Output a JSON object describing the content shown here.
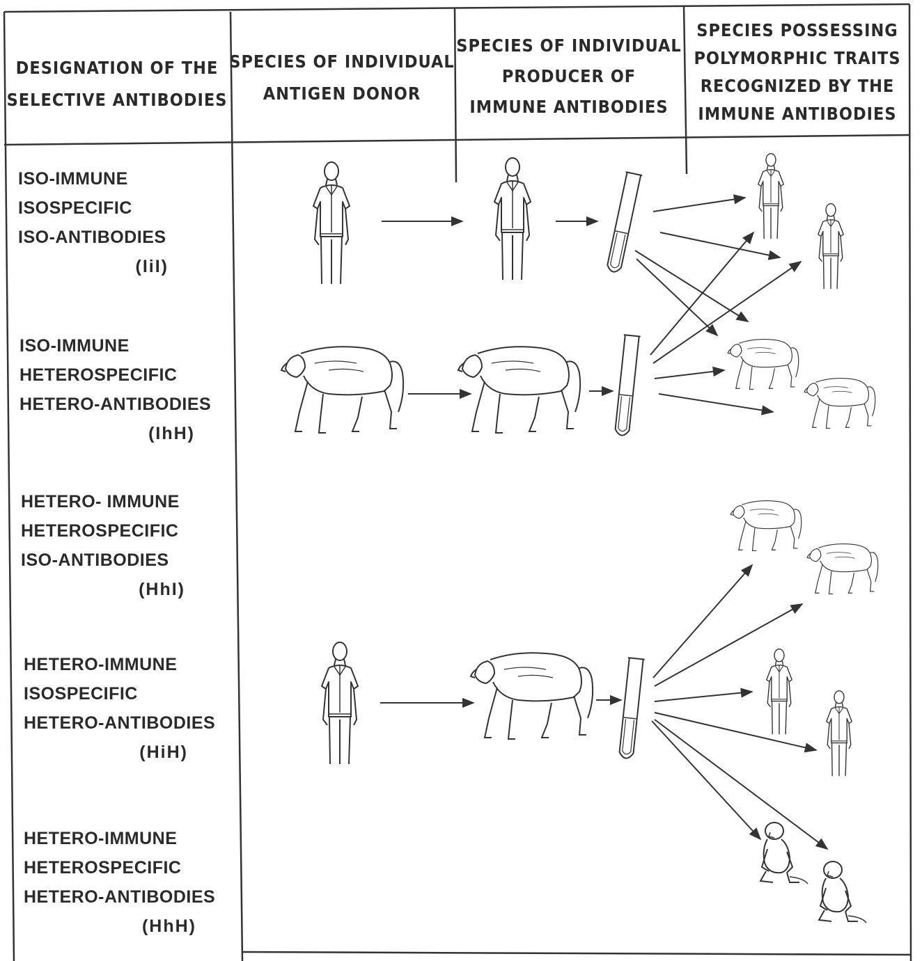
{
  "headers": [
    {
      "lines": [
        "DESIGNATION OF THE",
        "SELECTIVE ANTIBODIES"
      ]
    },
    {
      "lines": [
        "SPECIES OF INDIVIDUAL",
        "ANTIGEN DONOR"
      ]
    },
    {
      "lines": [
        "SPECIES OF INDIVIDUAL",
        "PRODUCER OF",
        "IMMUNE ANTIBODIES"
      ]
    },
    {
      "lines": [
        "SPECIES POSSESSING",
        "POLYMORPHIC TRAITS",
        "RECOGNIZED BY THE",
        "IMMUNE ANTIBODIES"
      ]
    }
  ],
  "rows": [
    {
      "lines": [
        "ISO-IMMUNE",
        "ISOSPECIFIC",
        "ISO-ANTIBODIES"
      ],
      "code": "(IiI)"
    },
    {
      "lines": [
        "ISO-IMMUNE",
        "HETEROSPECIFIC",
        "HETERO-ANTIBODIES"
      ],
      "code": "(IhH)"
    },
    {
      "lines": [
        "HETERO- IMMUNE",
        "HETEROSPECIFIC",
        "ISO-ANTIBODIES"
      ],
      "code": "(HhI)"
    },
    {
      "lines": [
        "HETERO-IMMUNE",
        "ISOSPECIFIC",
        "HETERO-ANTIBODIES"
      ],
      "code": "(HiH)"
    },
    {
      "lines": [
        "HETERO-IMMUNE",
        "HETEROSPECIFIC",
        "HETERO-ANTIBODIES"
      ],
      "code": "(HhH)"
    }
  ],
  "figures": {
    "human": "human-figure",
    "baboon": "baboon-figure",
    "small_monkey": "sitting-monkey-figure",
    "test_tube": "test-tube-icon"
  },
  "ink_color": "#333333"
}
